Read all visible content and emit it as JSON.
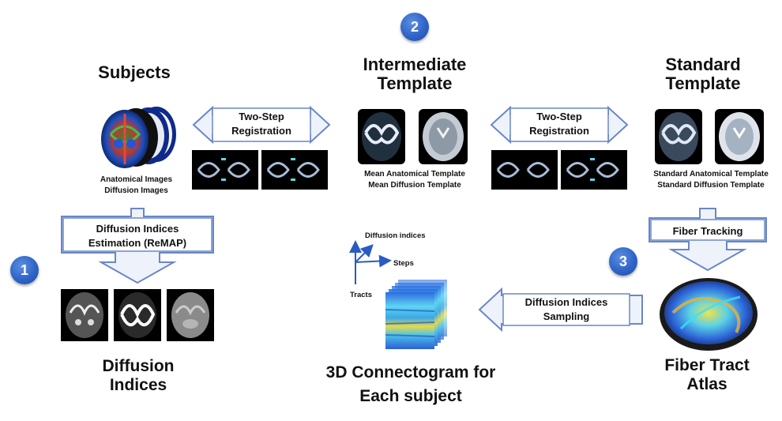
{
  "badges": {
    "one": "1",
    "two": "2",
    "three": "3"
  },
  "headings": {
    "subjects": "Subjects",
    "intermediate_line1": "Intermediate",
    "intermediate_line2": "Template",
    "standard_line1": "Standard",
    "standard_line2": "Template"
  },
  "captions": {
    "subjects_line1": "Anatomical Images",
    "subjects_line2": "Diffusion Images",
    "intermediate_line1": "Mean Anatomical Template",
    "intermediate_line2": "Mean Diffusion Template",
    "standard_line1": "Standard Anatomical Template",
    "standard_line2": "Standard Diffusion Template"
  },
  "arrows": {
    "registration_left_line1": "Two-Step",
    "registration_left_line2": "Registration",
    "registration_right_line1": "Two-Step",
    "registration_right_line2": "Registration",
    "estimation_line1": "Diffusion Indices",
    "estimation_line2": "Estimation (ReMAP)",
    "fiber_tracking": "Fiber Tracking",
    "sampling_line1": "Diffusion Indices",
    "sampling_line2": "Sampling"
  },
  "axes": {
    "vertical": "Diffusion indices",
    "diagonal": "Steps",
    "horizontal": "Tracts"
  },
  "outputs": {
    "diffusion_indices_line1": "Diffusion",
    "diffusion_indices_line2": "Indices",
    "connectogram_line1": "3D Connectogram for",
    "connectogram_line2": "Each subject",
    "atlas_line1": "Fiber Tract",
    "atlas_line2": "Atlas"
  },
  "colors": {
    "badge": "#2f64c8",
    "arrow_stroke": "#6a87c7",
    "arrow_fill": "#eef3fb",
    "tile_bg": "#000000"
  }
}
